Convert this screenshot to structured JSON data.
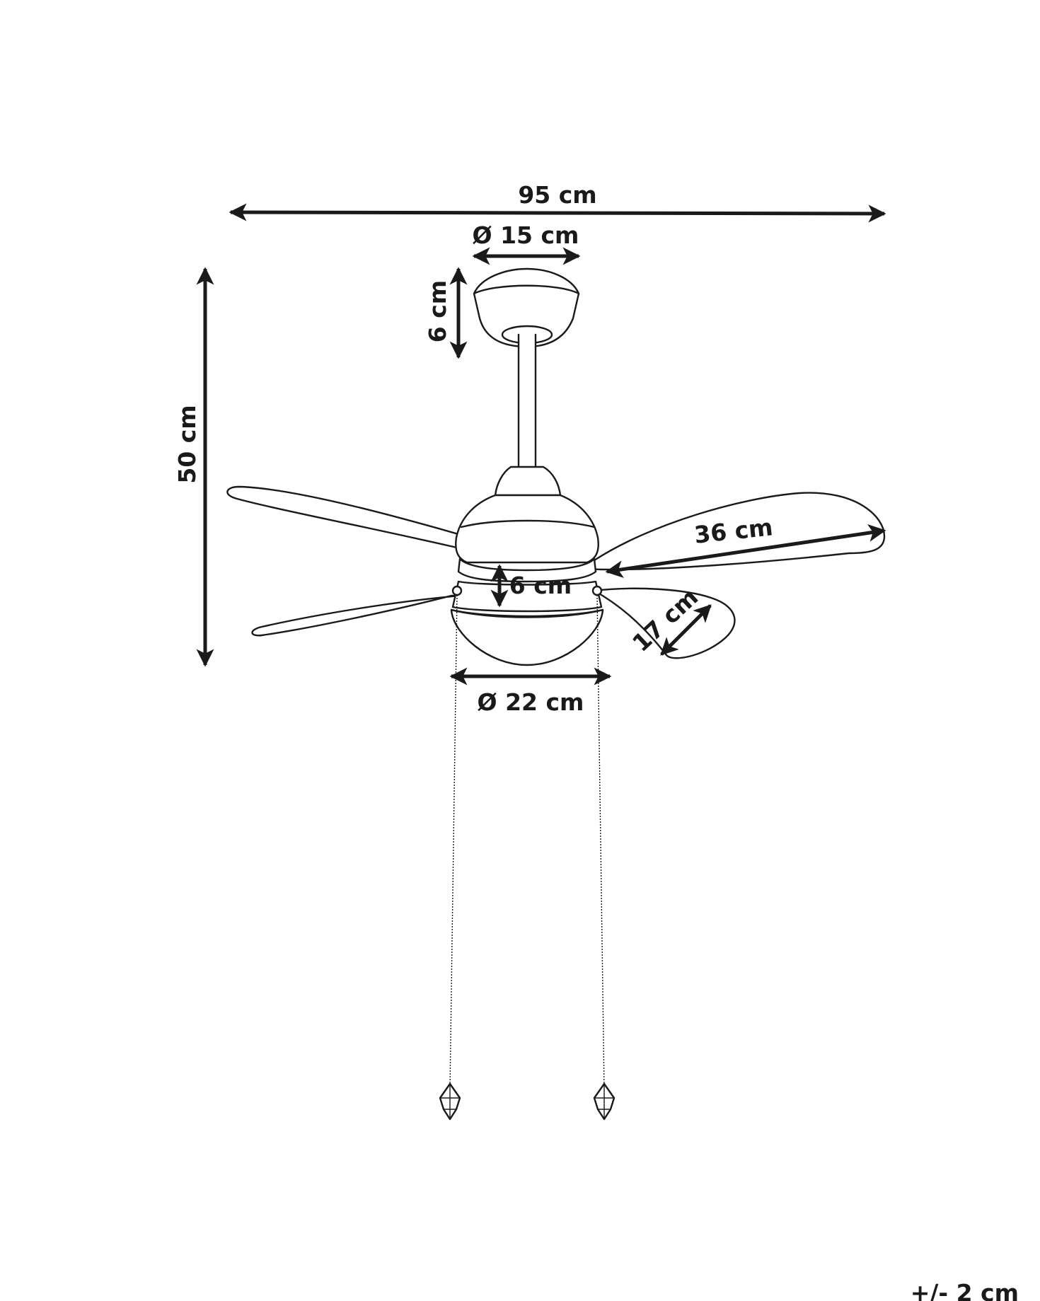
{
  "dimensions": {
    "width_total": "95 cm",
    "canopy_diameter": "Ø 15 cm",
    "canopy_height": "6 cm",
    "total_height": "50 cm",
    "blade_length": "36 cm",
    "light_height": "6 cm",
    "blade_width": "17 cm",
    "light_diameter": "Ø 22 cm",
    "tolerance": "+/- 2 cm"
  },
  "colors": {
    "line": "#1a1a1a",
    "background": "#ffffff"
  }
}
